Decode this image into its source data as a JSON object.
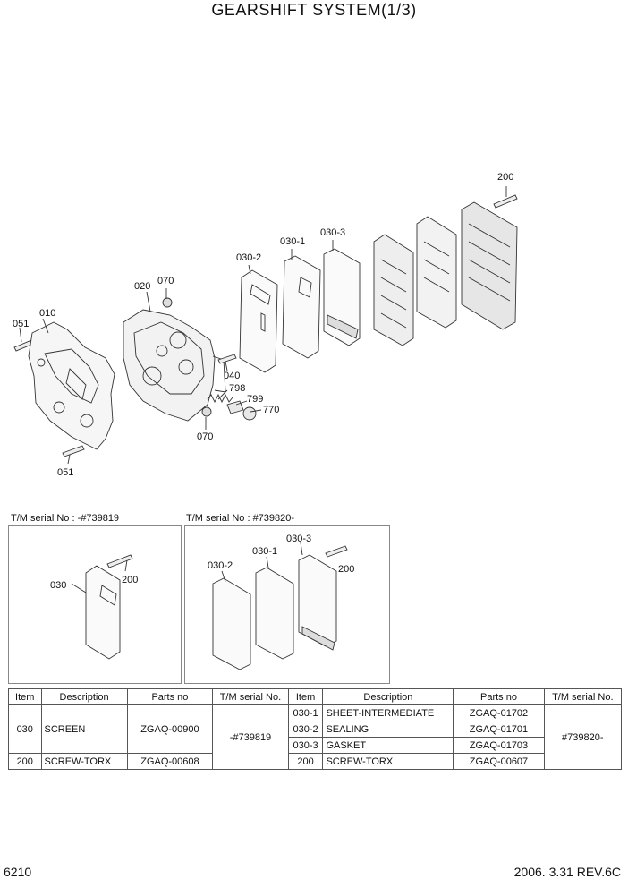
{
  "title": "GEARSHIFT SYSTEM(1/3)",
  "callouts": {
    "c051a": "051",
    "c010": "010",
    "c020": "020",
    "c070a": "070",
    "c030_2": "030-2",
    "c030_1": "030-1",
    "c030_3": "030-3",
    "c200": "200",
    "c040": "040",
    "c798": "798",
    "c799": "799",
    "c770": "770",
    "c070b": "070",
    "c051b": "051"
  },
  "inset_left": {
    "header": "T/M serial No :  -#739819",
    "label_030": "030",
    "label_200": "200"
  },
  "inset_right": {
    "header": "T/M serial No : #739820-",
    "label_030_2": "030-2",
    "label_030_1": "030-1",
    "label_030_3": "030-3",
    "label_200": "200"
  },
  "table": {
    "headers": [
      "Item",
      "Description",
      "Parts no",
      "T/M serial No.",
      "Item",
      "Description",
      "Parts no",
      "T/M serial No."
    ],
    "left_rows": [
      {
        "item": "030",
        "description": "SCREEN",
        "parts_no": "ZGAQ-00900"
      },
      {
        "item": "200",
        "description": "SCREW-TORX",
        "parts_no": "ZGAQ-00608"
      }
    ],
    "left_serial": "-#739819",
    "right_rows": [
      {
        "item": "030-1",
        "description": "SHEET-INTERMEDIATE",
        "parts_no": "ZGAQ-01702"
      },
      {
        "item": "030-2",
        "description": "SEALING",
        "parts_no": "ZGAQ-01701"
      },
      {
        "item": "030-3",
        "description": "GASKET",
        "parts_no": "ZGAQ-01703"
      },
      {
        "item": "200",
        "description": "SCREW-TORX",
        "parts_no": "ZGAQ-00607"
      }
    ],
    "right_serial": "#739820-"
  },
  "footer": {
    "page": "6210",
    "date_rev": "2006. 3.31  REV.6C"
  }
}
